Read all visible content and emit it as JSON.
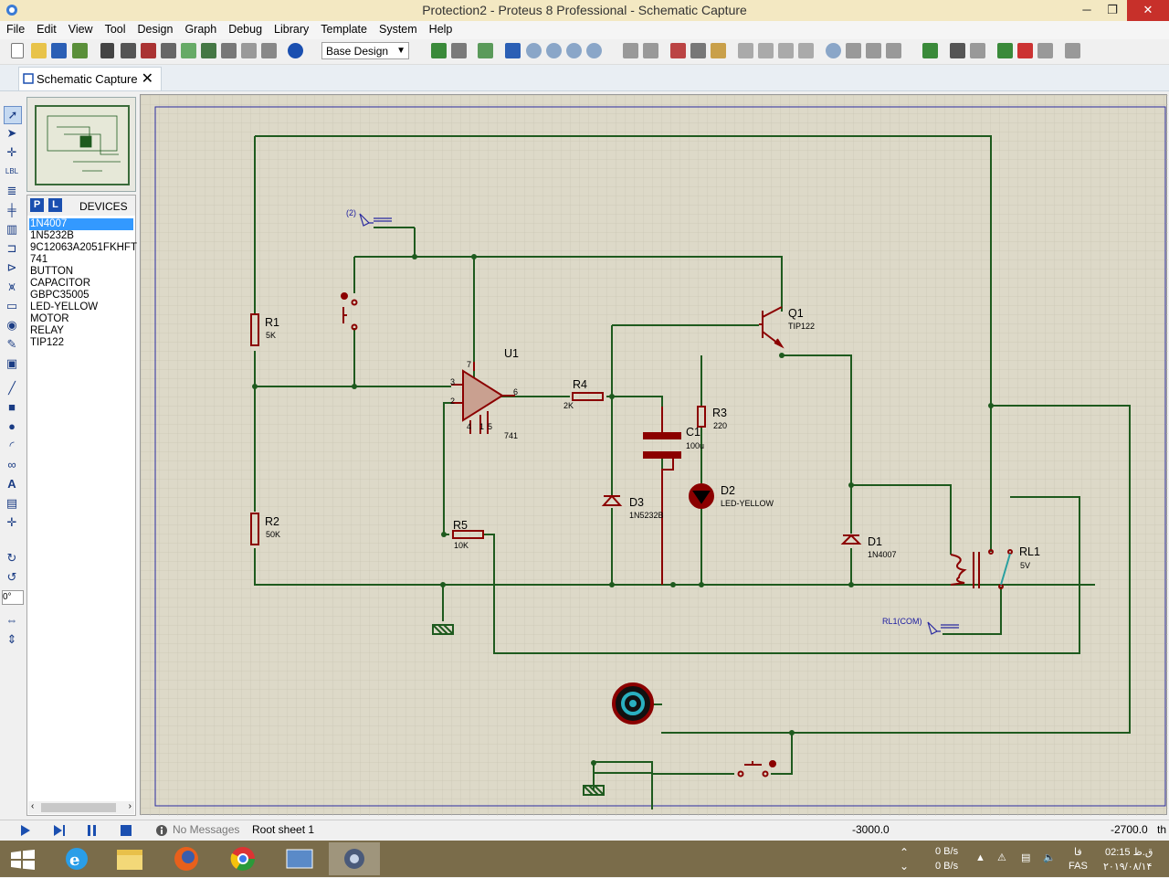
{
  "window": {
    "title": "Protection2 - Proteus 8 Professional - Schematic Capture",
    "minimize": "─",
    "maximize": "❐",
    "close": "✕"
  },
  "menu": [
    "File",
    "Edit",
    "View",
    "Tool",
    "Design",
    "Graph",
    "Debug",
    "Library",
    "Template",
    "System",
    "Help"
  ],
  "toolbar": {
    "design_select": "Base Design"
  },
  "tab": {
    "label": "Schematic Capture",
    "close": "✕"
  },
  "devices": {
    "p_button": "P",
    "l_button": "L",
    "header": "DEVICES",
    "items": [
      "1N4007",
      "1N5232B",
      "9C12063A2051FKHFT",
      "741",
      "BUTTON",
      "CAPACITOR",
      "GBPC35005",
      "LED-YELLOW",
      "MOTOR",
      "RELAY",
      "TIP122"
    ],
    "selected_index": 0
  },
  "rotation": "0°",
  "schematic": {
    "labels": {
      "r1": "R1",
      "r1_val": "5K",
      "r2": "R2",
      "r2_val": "50K",
      "r3": "R3",
      "r3_val": "220",
      "r4": "R4",
      "r4_val": "2K",
      "r5": "R5",
      "r5_val": "10K",
      "u1": "U1",
      "u1_val": "741",
      "q1": "Q1",
      "q1_val": "TIP122",
      "c1": "C1",
      "c1_val": "100u",
      "d1": "D1",
      "d1_val": "1N4007",
      "d2": "D2",
      "d2_val": "LED-YELLOW",
      "d3": "D3",
      "d3_val": "1N5232B",
      "rl1": "RL1",
      "rl1_val": "5V",
      "term2": "(2)",
      "rl1com": "RL1(COM)",
      "pin7": "7",
      "pin3": "3",
      "pin2": "2",
      "pin6": "6",
      "pin4": "4",
      "pin1": "1",
      "pin5": "5"
    }
  },
  "status": {
    "messages": "No Messages",
    "sheet": "Root sheet 1",
    "coord_x": "-3000.0",
    "coord_y": "-2700.0",
    "unit": "th"
  },
  "tray": {
    "net_up": "0 B/s",
    "net_down": "0 B/s",
    "lang": "FAS",
    "lang_fa": "فا",
    "time": "02:15 ق.ظ",
    "date": "۲۰۱۹/۰۸/۱۴"
  },
  "colors": {
    "wire": "#1e5a1e",
    "component": "#8b0000",
    "canvas": "#ddd9c8",
    "grid": "#c9c5b4",
    "selection": "#3399ff"
  }
}
